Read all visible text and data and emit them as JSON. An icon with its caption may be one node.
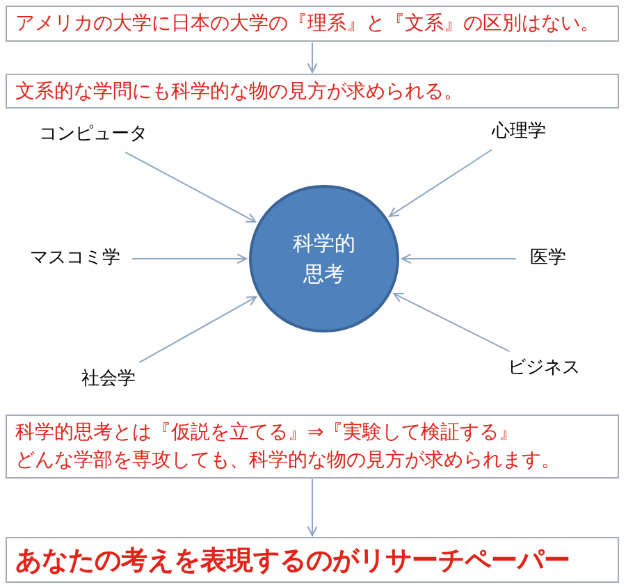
{
  "diagram": {
    "nodes": [
      {
        "text": [
          "アメリカの大学に日本の大学の『理系』と『文系』の区別はない。"
        ]
      },
      {
        "text": [
          "文系的な学問にも科学的な物の見方が求められる。"
        ]
      },
      {
        "text": [
          "コンピュータ"
        ]
      },
      {
        "text": [
          "心理学"
        ]
      },
      {
        "text": [
          "マスコミ学"
        ]
      },
      {
        "text": [
          "科学的思考"
        ]
      },
      {
        "text": [
          "医学"
        ]
      },
      {
        "text": [
          "社会学"
        ]
      },
      {
        "text": [
          "ビジネス"
        ]
      },
      {
        "text": [
          "科学的思考とは『仮説を立てる』⇒『実験して検証する』",
          "どんな学部を専攻しても、科学的な物の見方が求められます。"
        ]
      },
      {
        "text": [
          "あなたの考えを表現するのがリサーチペーパー"
        ]
      }
    ],
    "edges": [
      {
        "from": 0,
        "to": 1,
        "arrow": "to"
      },
      {
        "from": 2,
        "to": 5,
        "arrow": "to"
      },
      {
        "from": 3,
        "to": 5,
        "arrow": "to"
      },
      {
        "from": 4,
        "to": 5,
        "arrow": "to"
      },
      {
        "from": 6,
        "to": 5,
        "arrow": "to"
      },
      {
        "from": 7,
        "to": 5,
        "arrow": "to"
      },
      {
        "from": 8,
        "to": 5,
        "arrow": "to"
      },
      {
        "from": 9,
        "to": 10,
        "arrow": "to"
      }
    ]
  }
}
